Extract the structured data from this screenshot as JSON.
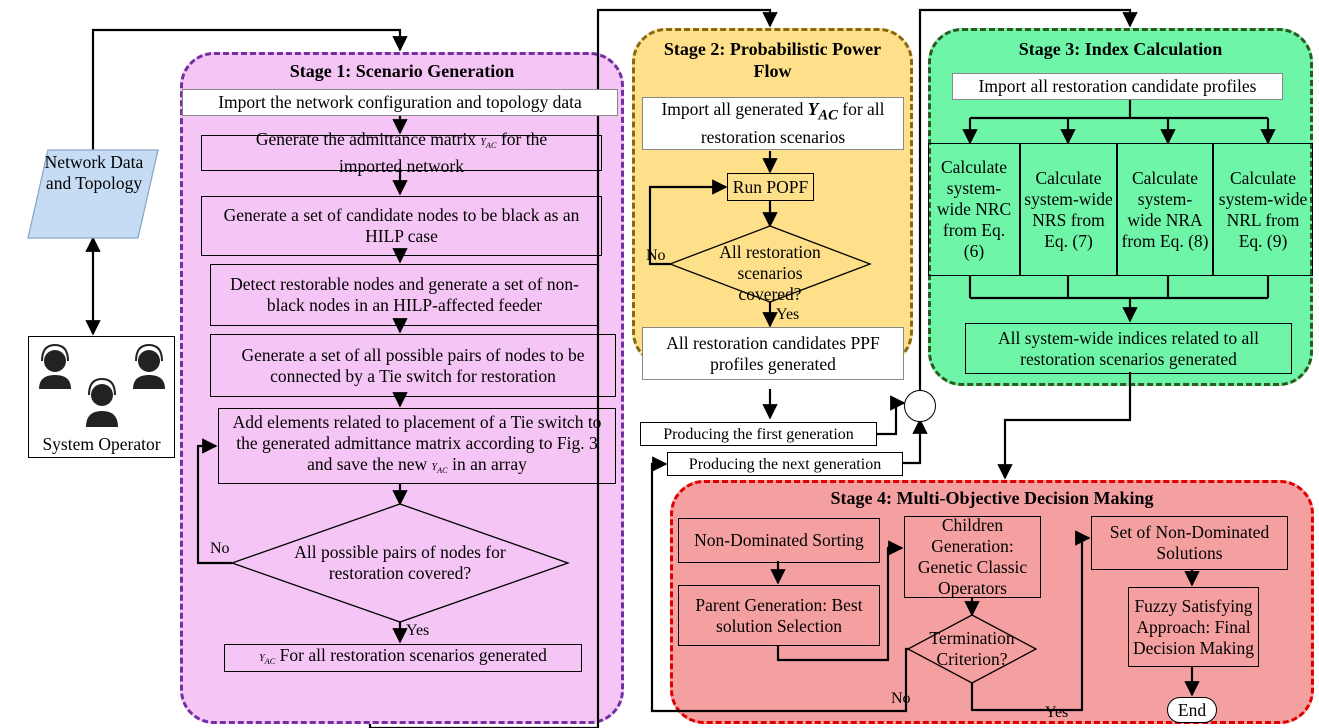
{
  "network": {
    "label": "Network Data and Topology"
  },
  "operator": {
    "label": "System Operator"
  },
  "stage1": {
    "title": "Stage 1: Scenario Generation",
    "b1": "Import the network configuration and topology data",
    "b2a": "Generate the admittance matrix",
    "b2sym": "Y",
    "b2sub": "AC",
    "b2b": "for the imported network",
    "b3": "Generate a set of candidate nodes to be black as an HILP case",
    "b4": "Detect restorable nodes and generate a set of non-black nodes in an HILP-affected feeder",
    "b5": "Generate a set of all possible pairs of nodes to be connected by a Tie switch for restoration",
    "b6a": "Add elements related to placement of a Tie switch to the generated admittance matrix according to Fig. 3 and save the new",
    "b6b": "in an array",
    "d1": "All possible pairs of nodes for restoration covered?",
    "no": "No",
    "yes": "Yes",
    "b7": "For all restoration scenarios generated"
  },
  "stage2": {
    "title": "Stage 2: Probabilistic Power Flow",
    "b1a": "Import all generated",
    "b1sym": "Y",
    "b1sub": "AC",
    "b1b": "for all restoration scenarios",
    "b2": "Run POPF",
    "d1": "All restoration scenarios covered?",
    "no": "No",
    "yes": "Yes",
    "b3": "All restoration candidates PPF profiles generated"
  },
  "stage3": {
    "title": "Stage 3: Index Calculation",
    "b1": "Import all restoration candidate profiles",
    "cols": [
      "Calculate system-wide NRC from Eq. (6)",
      "Calculate system-wide NRS from Eq. (7)",
      "Calculate system-wide NRA from Eq. (8)",
      "Calculate system-wide NRL from Eq. (9)"
    ],
    "b2": "All system-wide indices related to all restoration scenarios generated"
  },
  "ga": {
    "first": "Producing the first generation",
    "next": "Producing the next generation"
  },
  "stage4": {
    "title": "Stage 4: Multi-Objective Decision Making",
    "b1": "Non-Dominated Sorting",
    "b2": "Parent Generation: Best solution Selection",
    "b3": "Children Generation: Genetic Classic Operators",
    "d1": "Termination Criterion?",
    "no": "No",
    "yes": "Yes",
    "b4": "Set of Non-Dominated Solutions",
    "b5": "Fuzzy Satisfying Approach: Final Decision Making",
    "end": "End"
  },
  "colors": {
    "stage1_fill": "#f5c6f5",
    "stage1_border": "#7030a0",
    "stage2_fill": "#ffe08a",
    "stage2_border": "#8b6914",
    "stage3_fill": "#6ff5a8",
    "stage3_border": "#2e5a1e",
    "stage4_fill": "#f5a0a0",
    "stage4_border": "#e00000",
    "network_fill": "#c6dcf5"
  }
}
